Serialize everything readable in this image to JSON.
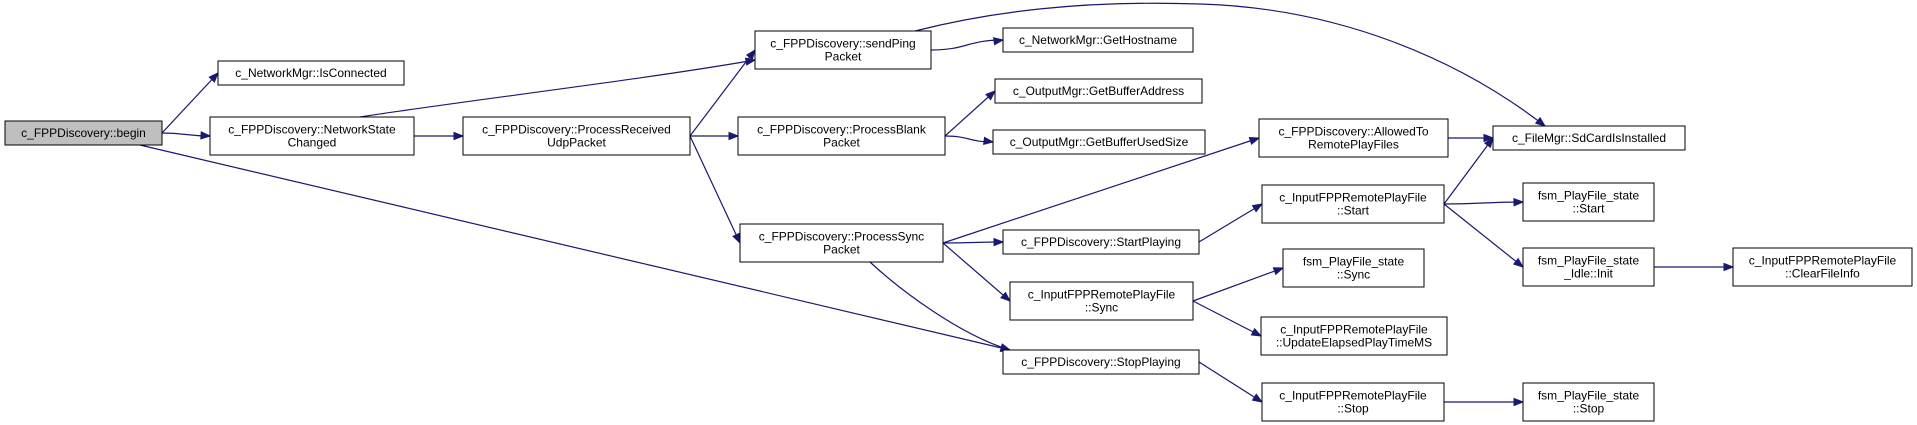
{
  "graph": {
    "edge_color": "#191970",
    "root_fill": "#bfbfbf",
    "nodes": [
      {
        "id": "begin",
        "lines": [
          "c_FPPDiscovery::begin"
        ],
        "root": true
      },
      {
        "id": "isconnected",
        "lines": [
          "c_NetworkMgr::IsConnected"
        ]
      },
      {
        "id": "netstate",
        "lines": [
          "c_FPPDiscovery::NetworkState",
          "Changed"
        ]
      },
      {
        "id": "procudp",
        "lines": [
          "c_FPPDiscovery::ProcessReceived",
          "UdpPacket"
        ]
      },
      {
        "id": "sendping",
        "lines": [
          "c_FPPDiscovery::sendPing",
          "Packet"
        ]
      },
      {
        "id": "gethostname",
        "lines": [
          "c_NetworkMgr::GetHostname"
        ]
      },
      {
        "id": "procblank",
        "lines": [
          "c_FPPDiscovery::ProcessBlank",
          "Packet"
        ]
      },
      {
        "id": "getbufaddr",
        "lines": [
          "c_OutputMgr::GetBufferAddress"
        ]
      },
      {
        "id": "getbufused",
        "lines": [
          "c_OutputMgr::GetBufferUsedSize"
        ]
      },
      {
        "id": "procsync",
        "lines": [
          "c_FPPDiscovery::ProcessSync",
          "Packet"
        ]
      },
      {
        "id": "allowed",
        "lines": [
          "c_FPPDiscovery::AllowedTo",
          "RemotePlayFiles"
        ]
      },
      {
        "id": "startplaying",
        "lines": [
          "c_FPPDiscovery::StartPlaying"
        ]
      },
      {
        "id": "ifrpsync",
        "lines": [
          "c_InputFPPRemotePlayFile",
          "::Sync"
        ]
      },
      {
        "id": "stopplaying",
        "lines": [
          "c_FPPDiscovery::StopPlaying"
        ]
      },
      {
        "id": "sdcard",
        "lines": [
          "c_FileMgr::SdCardIsInstalled"
        ]
      },
      {
        "id": "ifrpstart",
        "lines": [
          "c_InputFPPRemotePlayFile",
          "::Start"
        ]
      },
      {
        "id": "fsmsync",
        "lines": [
          "fsm_PlayFile_state",
          "::Sync"
        ]
      },
      {
        "id": "ifrpupdate",
        "lines": [
          "c_InputFPPRemotePlayFile",
          "::UpdateElapsedPlayTimeMS"
        ]
      },
      {
        "id": "ifrpstop",
        "lines": [
          "c_InputFPPRemotePlayFile",
          "::Stop"
        ]
      },
      {
        "id": "fsmstart",
        "lines": [
          "fsm_PlayFile_state",
          "::Start"
        ]
      },
      {
        "id": "fsmidleinit",
        "lines": [
          "fsm_PlayFile_state",
          "_Idle::Init"
        ]
      },
      {
        "id": "fsmstop",
        "lines": [
          "fsm_PlayFile_state",
          "::Stop"
        ]
      },
      {
        "id": "clearfileinfo",
        "lines": [
          "c_InputFPPRemotePlayFile",
          "::ClearFileInfo"
        ]
      }
    ],
    "edges": [
      [
        "begin",
        "isconnected"
      ],
      [
        "begin",
        "netstate"
      ],
      [
        "begin",
        "stopplaying"
      ],
      [
        "netstate",
        "procudp"
      ],
      [
        "netstate",
        "sendping"
      ],
      [
        "procudp",
        "sendping"
      ],
      [
        "procudp",
        "procblank"
      ],
      [
        "procudp",
        "procsync"
      ],
      [
        "sendping",
        "gethostname"
      ],
      [
        "sendping",
        "sdcard"
      ],
      [
        "procblank",
        "getbufaddr"
      ],
      [
        "procblank",
        "getbufused"
      ],
      [
        "procsync",
        "allowed"
      ],
      [
        "procsync",
        "startplaying"
      ],
      [
        "procsync",
        "ifrpsync"
      ],
      [
        "procsync",
        "stopplaying"
      ],
      [
        "allowed",
        "sdcard"
      ],
      [
        "startplaying",
        "ifrpstart"
      ],
      [
        "ifrpstart",
        "sdcard"
      ],
      [
        "ifrpstart",
        "fsmstart"
      ],
      [
        "ifrpstart",
        "fsmidleinit"
      ],
      [
        "ifrpsync",
        "fsmsync"
      ],
      [
        "ifrpsync",
        "ifrpupdate"
      ],
      [
        "stopplaying",
        "ifrpstop"
      ],
      [
        "ifrpstop",
        "fsmstop"
      ],
      [
        "fsmidleinit",
        "clearfileinfo"
      ]
    ]
  }
}
